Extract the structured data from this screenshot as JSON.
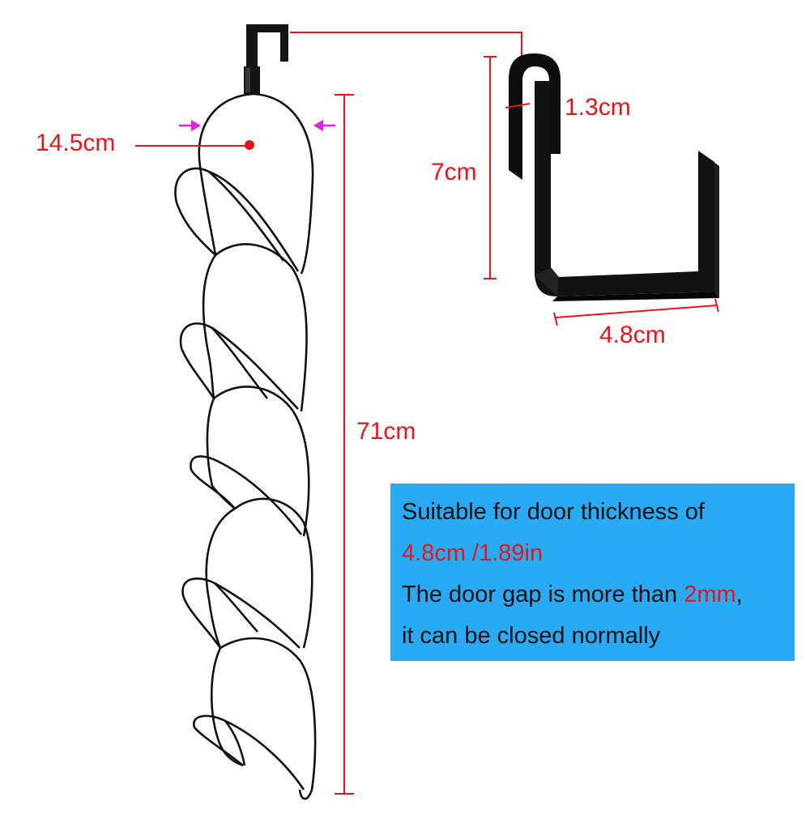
{
  "dimensions": {
    "rack_width": "14.5cm",
    "rack_height": "71cm",
    "hook_height": "7cm",
    "hook_thickness": "1.3cm",
    "hook_width": "4.8cm"
  },
  "info": {
    "line1": "Suitable for door thickness of",
    "line2": "4.8cm /1.89in",
    "line3_prefix": "The door gap is more than ",
    "line3_highlight": "2mm",
    "line3_suffix": ",",
    "line4": "it can be closed normally"
  },
  "colors": {
    "accent_red": "#e8141b",
    "arrow_magenta": "#e020e0",
    "info_bg": "#29aaf4",
    "wire": "#111111"
  }
}
